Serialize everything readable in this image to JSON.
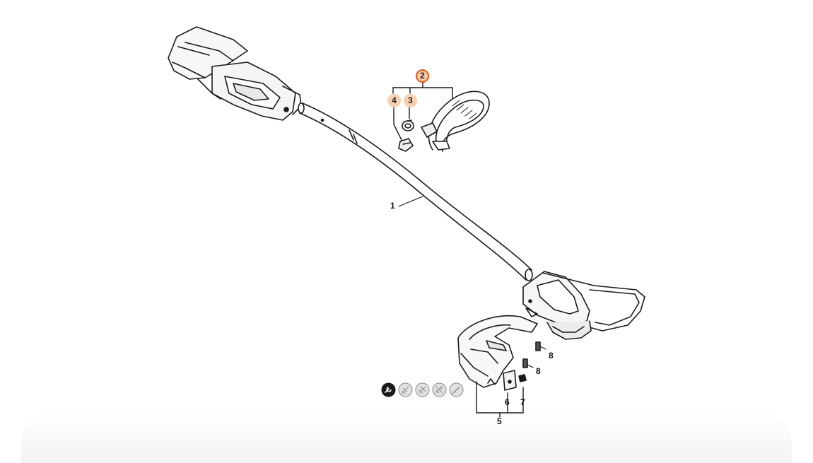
{
  "diagram": {
    "callouts": {
      "part_1": "1",
      "part_2": "2",
      "part_3": "3",
      "part_4": "4",
      "part_5": "5",
      "part_6": "6",
      "part_7": "7",
      "part_8a": "8",
      "part_8b": "8"
    },
    "selected_part": "2",
    "colors": {
      "selected_ring": "#e35d16",
      "selected_fill": "#f6c9a7",
      "related_fill": "#f7cfb1",
      "line": "#1a1a1a"
    },
    "tool_icons": [
      "wrench-active-icon",
      "screwdriver-icon",
      "torx-icon",
      "hex-key-icon",
      "pliers-icon"
    ]
  }
}
